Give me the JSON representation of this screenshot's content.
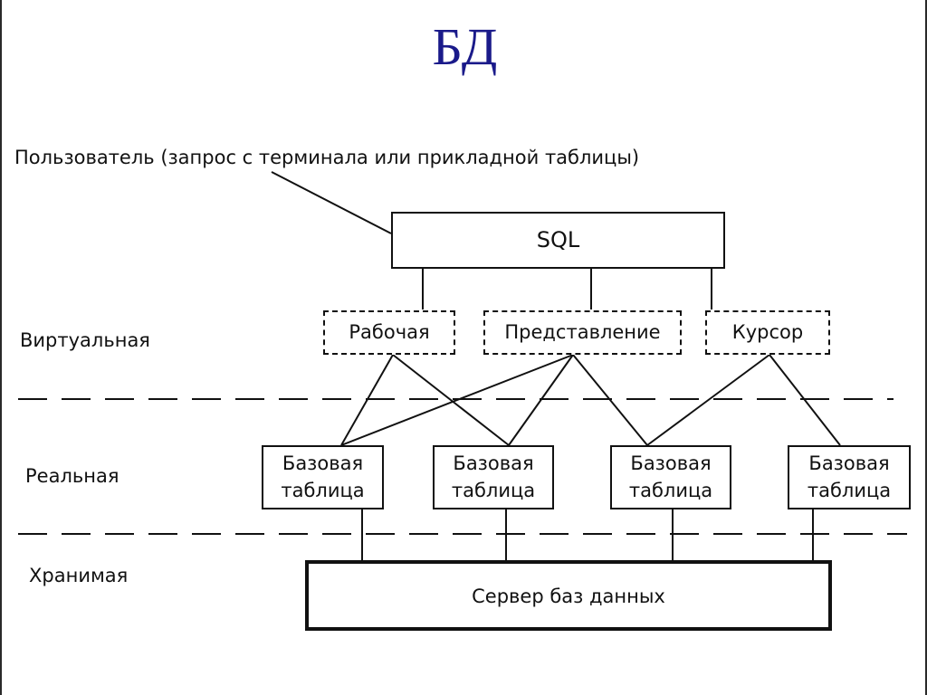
{
  "title": "БД",
  "user_label": "Пользователь (запрос с терминала или прикладной таблицы)",
  "levels": {
    "virtual": "Виртуальная",
    "real": "Реальная",
    "stored": "Хранимая"
  },
  "sql_box": "SQL",
  "virtual_objects": [
    "Рабочая",
    "Представление",
    "Курсор"
  ],
  "base_table": {
    "line1": "Базовая",
    "line2": "таблица"
  },
  "server": "Сервер баз данных"
}
